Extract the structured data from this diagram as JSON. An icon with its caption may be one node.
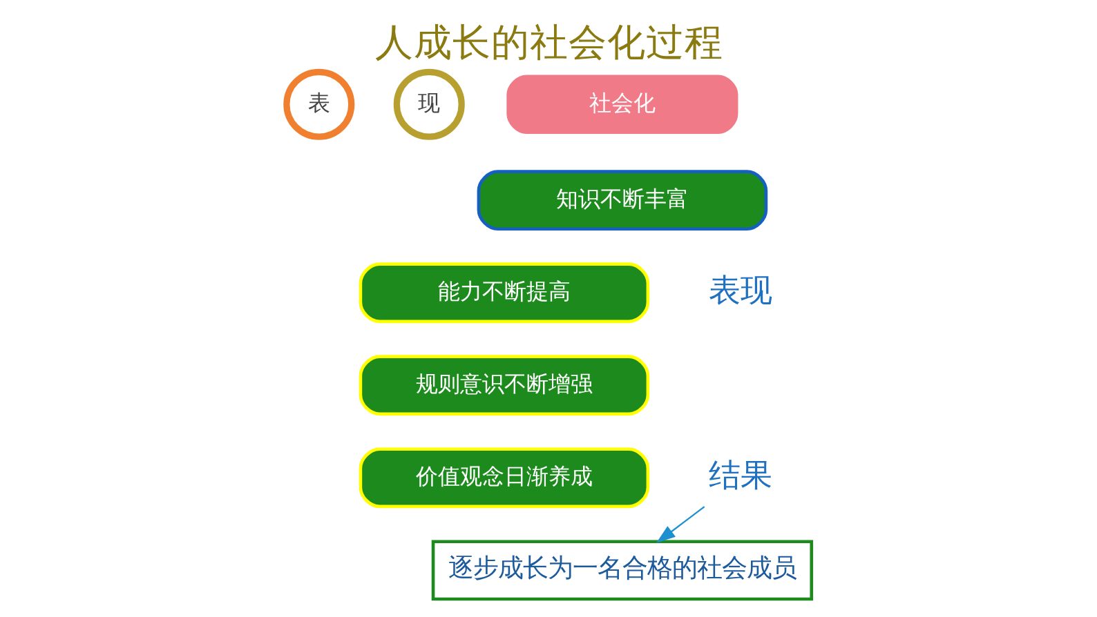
{
  "diagram": {
    "title": "人成长的社会化过程",
    "nodes": [
      {
        "text": [
          "表"
        ]
      },
      {
        "text": [
          "现"
        ]
      },
      {
        "text": [
          "社会化"
        ]
      },
      {
        "text": [
          "知识不断丰富"
        ]
      },
      {
        "text": [
          "能力不断提高"
        ]
      },
      {
        "text": [
          "规则意识不断增强"
        ]
      },
      {
        "text": [
          "价值观念日渐养成"
        ]
      },
      {
        "text": [
          "结果"
        ]
      },
      {
        "text": [
          "逐步成长为一名合格的社会成员"
        ]
      }
    ],
    "edges": [
      {
        "from": 7,
        "to": 8,
        "arrow": "to",
        "color": "#1e90d0"
      }
    ],
    "labels": [
      "表现"
    ]
  }
}
